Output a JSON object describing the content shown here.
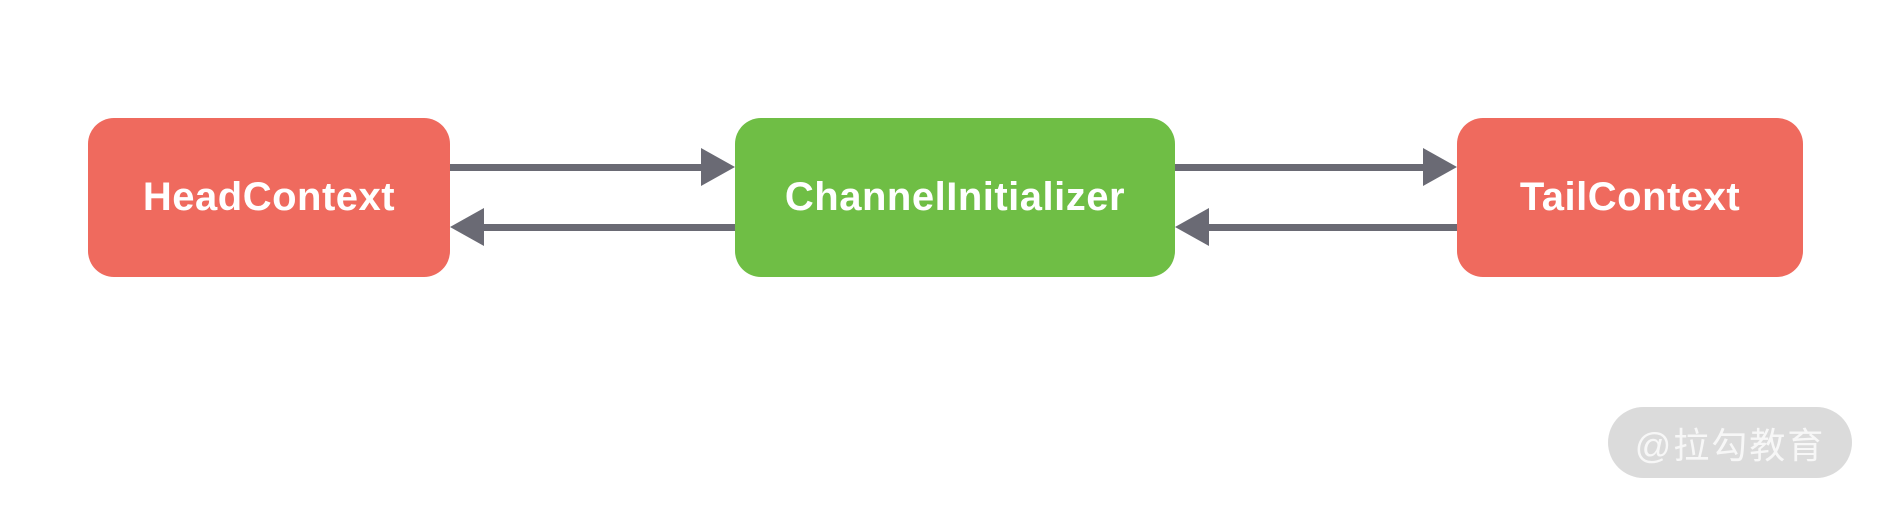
{
  "diagram": {
    "nodes": [
      {
        "id": "head",
        "label": "HeadContext",
        "color": "#EF6A5E"
      },
      {
        "id": "initializer",
        "label": "ChannelInitializer",
        "color": "#6FBE45"
      },
      {
        "id": "tail",
        "label": "TailContext",
        "color": "#EF6A5E"
      }
    ],
    "edges": [
      {
        "from": "HeadContext",
        "to": "ChannelInitializer",
        "direction": "right",
        "label": "HeadContext → ChannelInitializer"
      },
      {
        "from": "ChannelInitializer",
        "to": "HeadContext",
        "direction": "left",
        "label": "ChannelInitializer → HeadContext"
      },
      {
        "from": "ChannelInitializer",
        "to": "TailContext",
        "direction": "right",
        "label": "ChannelInitializer → TailContext"
      },
      {
        "from": "TailContext",
        "to": "ChannelInitializer",
        "direction": "left",
        "label": "TailContext → ChannelInitializer"
      }
    ]
  },
  "watermark": {
    "label": "@拉勾教育"
  },
  "colors": {
    "node_red": "#EF6A5E",
    "node_green": "#6FBE45",
    "arrow": "#6A6A74",
    "watermark_bg": "#DBDBDB",
    "watermark_text": "#F7F7F7",
    "background": "#FFFFFF"
  }
}
